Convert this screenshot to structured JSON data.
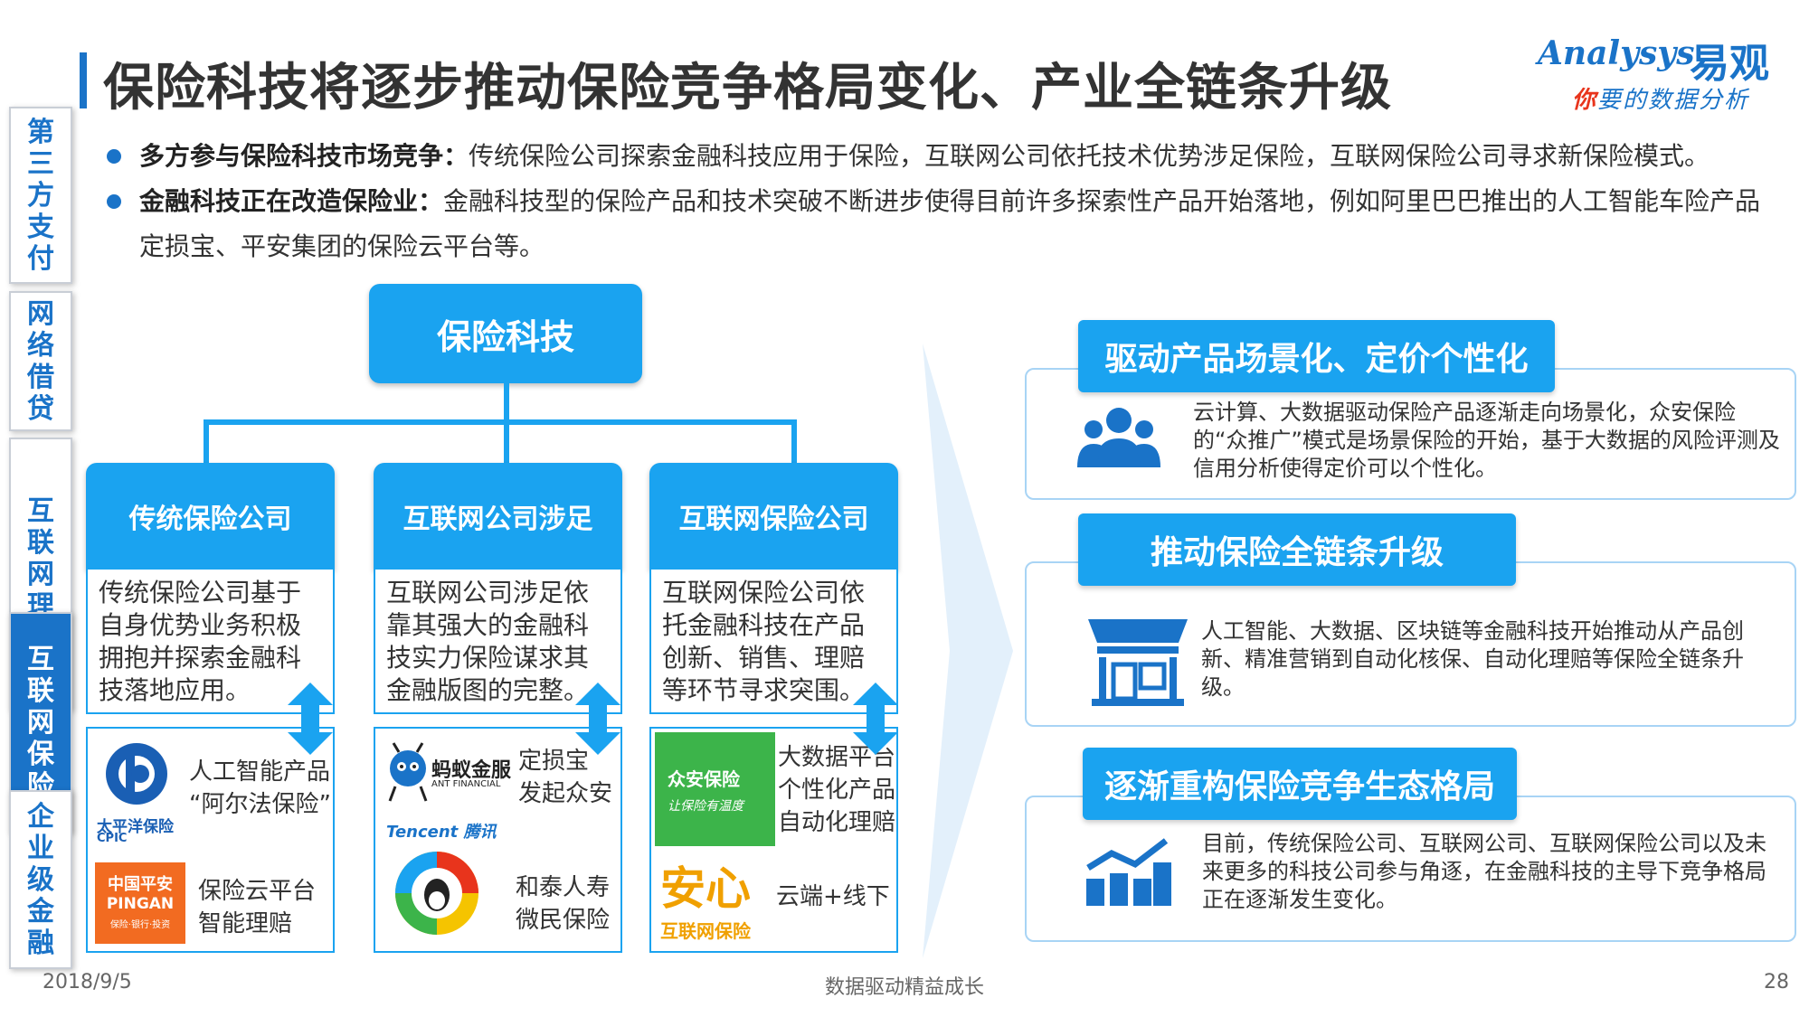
{
  "nav": [
    {
      "label": "第三方支付",
      "active": false
    },
    {
      "label": "网络借贷",
      "active": false
    },
    {
      "label": "互联网理财",
      "active": false
    },
    {
      "label": "互联网保险",
      "active": true
    },
    {
      "label": "企业级金融",
      "active": false
    }
  ],
  "title": "保险科技将逐步推动保险竞争格局变化、产业全链条升级",
  "logo": {
    "en": "Analysys",
    "cn": "易观",
    "slogan_a": "你",
    "slogan_b": "要的数据分析"
  },
  "bullets": [
    {
      "strong": "多方参与保险科技市场竞争：",
      "text": "传统保险公司探索金融科技应用于保险，互联网公司依托技术优势涉足保险，互联网保险公司寻求新保险模式。"
    },
    {
      "strong": "金融科技正在改造保险业：",
      "text": "金融科技型的保险产品和技术突破不断进步使得目前许多探索性产品开始落地，例如阿里巴巴推出的人工智能车险产品定损宝、平安集团的保险云平台等。"
    }
  ],
  "tree": {
    "root": "保险科技",
    "columns": [
      {
        "head": "传统保险公司",
        "body": "传统保险公司基于自身优势业务积极拥抱并探索金融科技落地应用。",
        "logos": [
          {
            "brand": "太平洋保险",
            "brand_en": "CPIC",
            "caption": "人工智能产品\n“阿尔法保险”"
          },
          {
            "brand": "中国平安",
            "brand_en": "PINGAN",
            "sub": "保险·银行·投资",
            "caption": "保险云平台\n智能理赔"
          }
        ]
      },
      {
        "head": "互联网公司涉足",
        "body": "互联网公司涉足依靠其强大的金融科技实力保险谋求其金融版图的完整。",
        "logos": [
          {
            "brand": "蚂蚁金服",
            "brand_en": "ANT FINANCIAL",
            "caption": "定损宝\n发起众安"
          },
          {
            "brand": "Tencent 腾讯",
            "caption": "和泰人寿\n微民保险"
          }
        ]
      },
      {
        "head": "互联网保险公司",
        "body": "互联网保险公司依托金融科技在产品创新、销售、理赔等环节寻求突围。",
        "logos": [
          {
            "brand": "众安保险",
            "sub": "让保险有温度",
            "caption": "大数据平台\n个性化产品\n自动化理赔"
          },
          {
            "brand": "安心",
            "sub": "互联网保险",
            "caption": "云端+线下"
          }
        ]
      }
    ]
  },
  "panels": [
    {
      "title": "驱动产品场景化、定价个性化",
      "icon": "users-icon",
      "text": "云计算、大数据驱动保险产品逐渐走向场景化，众安保险的“众推广”模式是场景保险的开始，基于大数据的风险评测及信用分析使得定价可以个性化。"
    },
    {
      "title": "推动保险全链条升级",
      "icon": "store-icon",
      "text": "人工智能、大数据、区块链等金融科技开始推动从产品创新、精准营销到自动化核保、自动化理赔等保险全链条升级。"
    },
    {
      "title": "逐渐重构保险竞争生态格局",
      "icon": "growth-chart-icon",
      "text": "目前，传统保险公司、互联网公司、互联网保险公司以及未来更多的科技公司参与角逐，在金融科技的主导下竞争格局正在逐渐发生变化。"
    }
  ],
  "footer": {
    "date": "2018/9/5",
    "center": "数据驱动精益成长",
    "page": "28"
  },
  "colors": {
    "accent": "#1a73c8",
    "box": "#1aa3f0",
    "panel_border": "#a8d4f5"
  }
}
